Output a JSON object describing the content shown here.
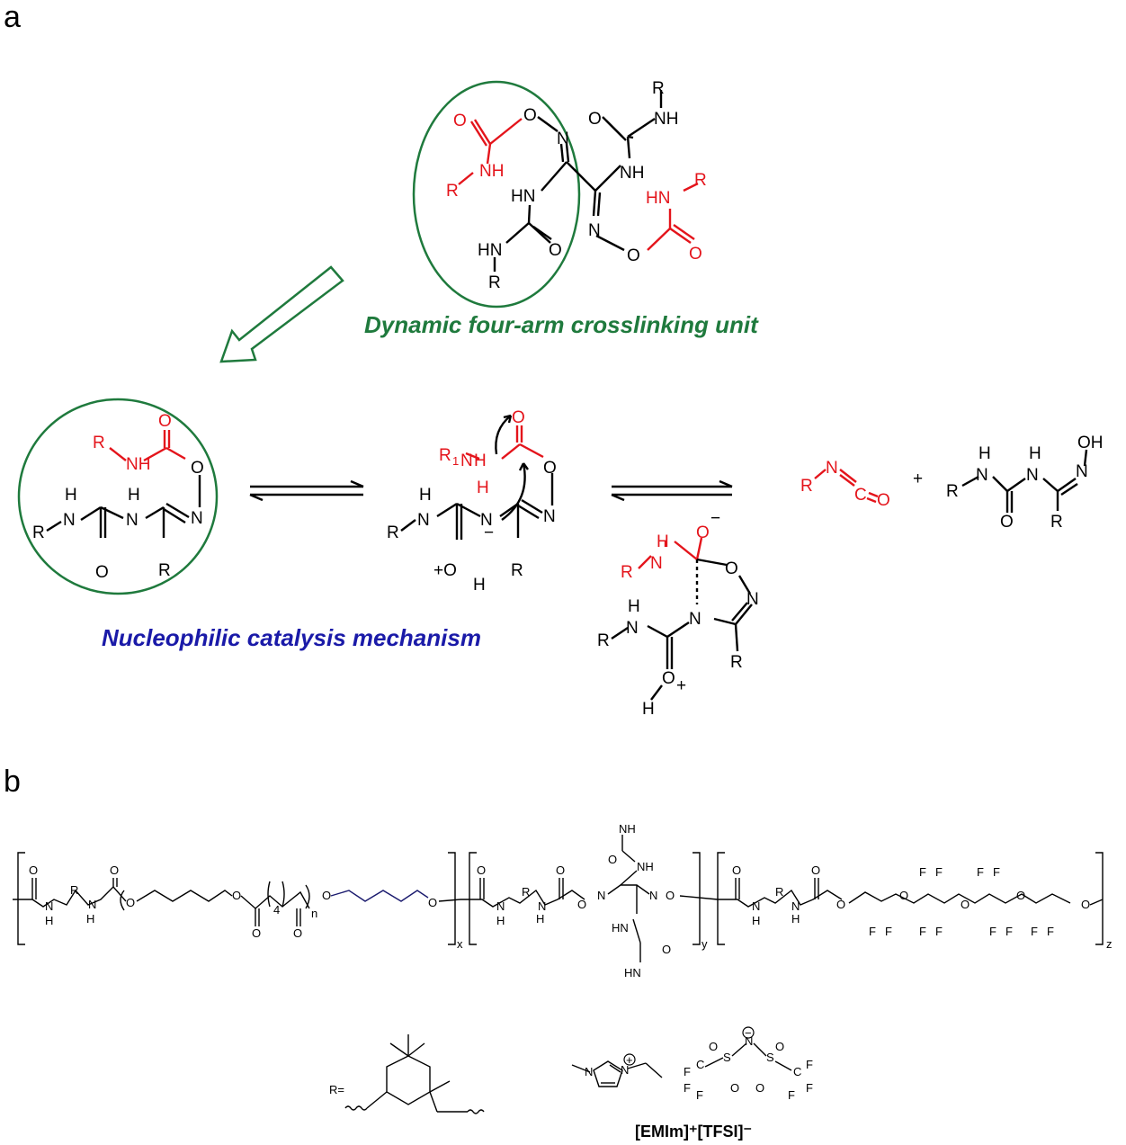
{
  "panels": {
    "a": "a",
    "b": "b"
  },
  "captions": {
    "crosslinking_unit": "Dynamic four-arm crosslinking unit",
    "mechanism": "Nucleophilic catalysis mechanism"
  },
  "atoms": {
    "O": "O",
    "N": "N",
    "NH": "NH",
    "HN": "HN",
    "H": "H",
    "R": "R",
    "R1": "R",
    "sub1": "1",
    "OH": "OH",
    "C": "C",
    "F": "F",
    "S": "S",
    "plus": "+",
    "minus": "−",
    "oplus": "+O",
    "x": "x",
    "y": "y",
    "z": "z",
    "n": "n",
    "four": "4"
  },
  "legend": {
    "r_label": "R=",
    "ionic_liquid": "[EMIm]⁺[TFSI]⁻"
  },
  "colors": {
    "black": "#000000",
    "red": "#e4141b",
    "green": "#1f7a3d",
    "blue": "#1a1aa8",
    "navy": "#1a1a6e"
  }
}
